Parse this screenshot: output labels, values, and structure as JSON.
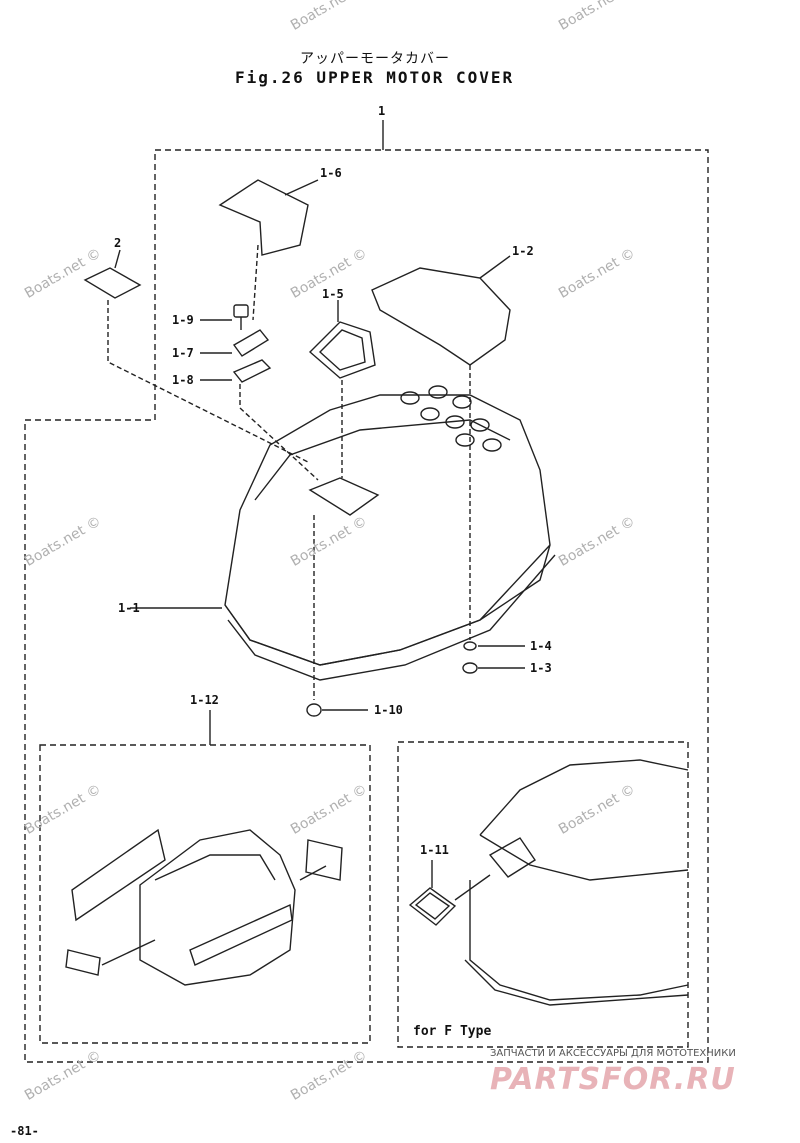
{
  "title": {
    "japanese": "アッパーモータカバー",
    "english": "Fig.26  UPPER MOTOR COVER"
  },
  "callouts": {
    "c1": "1",
    "c2": "2",
    "c1_1": "1-1",
    "c1_2": "1-2",
    "c1_3": "1-3",
    "c1_4": "1-4",
    "c1_5": "1-5",
    "c1_6": "1-6",
    "c1_7": "1-7",
    "c1_8": "1-8",
    "c1_9": "1-9",
    "c1_10": "1-10",
    "c1_11": "1-11",
    "c1_12": "1-12"
  },
  "inset_caption": "for F Type",
  "watermark": "Boats.net ©",
  "footer": {
    "russian_tagline": "ЗАПЧАСТИ И АКСЕССУАРЫ ДЛЯ МОТОТЕХНИКИ",
    "logo_text": "PARTSFOR.RU",
    "page_number": "-81-"
  }
}
